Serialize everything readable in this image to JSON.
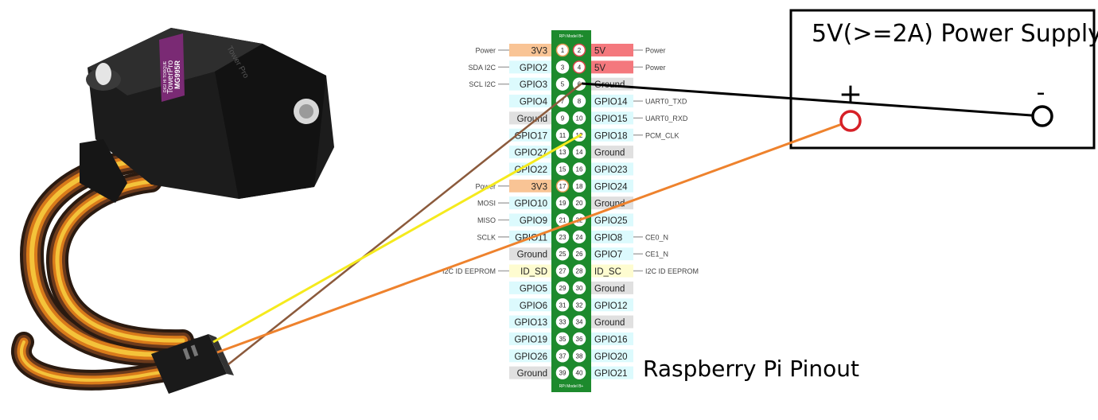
{
  "power_supply": {
    "title": "5V(>=2A) Power Supply",
    "plus": "+",
    "minus": "-"
  },
  "servo": {
    "brand": "TowerPro",
    "model": "MG995R",
    "subtitle": "DIGI HI TORQUE",
    "side_text": "Tower Pro"
  },
  "board": {
    "header": "RPi Model B+",
    "footer": "RPi Model B+",
    "caption": "Raspberry Pi Pinout"
  },
  "pins": [
    {
      "l": "3V3",
      "lc": "orange",
      "r": "5V",
      "rc": "red",
      "la": "Power",
      "ra": "Power"
    },
    {
      "l": "GPIO2",
      "lc": "cyan",
      "r": "5V",
      "rc": "red",
      "la": "SDA I2C",
      "ra": "Power"
    },
    {
      "l": "GPIO3",
      "lc": "cyan",
      "r": "Ground",
      "rc": "gray",
      "la": "SCL I2C",
      "ra": ""
    },
    {
      "l": "GPIO4",
      "lc": "cyan",
      "r": "GPIO14",
      "rc": "cyan",
      "la": "",
      "ra": "UART0_TXD"
    },
    {
      "l": "Ground",
      "lc": "gray",
      "r": "GPIO15",
      "rc": "cyan",
      "la": "",
      "ra": "UART0_RXD"
    },
    {
      "l": "GPIO17",
      "lc": "cyan",
      "r": "GPIO18",
      "rc": "cyan",
      "la": "",
      "ra": "PCM_CLK"
    },
    {
      "l": "GPIO27",
      "lc": "cyan",
      "r": "Ground",
      "rc": "gray",
      "la": "",
      "ra": ""
    },
    {
      "l": "GPIO22",
      "lc": "cyan",
      "r": "GPIO23",
      "rc": "cyan",
      "la": "",
      "ra": ""
    },
    {
      "l": "3V3",
      "lc": "orange",
      "r": "GPIO24",
      "rc": "cyan",
      "la": "Power",
      "ra": ""
    },
    {
      "l": "GPIO10",
      "lc": "cyan",
      "r": "Ground",
      "rc": "gray",
      "la": "MOSI",
      "ra": ""
    },
    {
      "l": "GPIO9",
      "lc": "cyan",
      "r": "GPIO25",
      "rc": "cyan",
      "la": "MISO",
      "ra": ""
    },
    {
      "l": "GPIO11",
      "lc": "cyan",
      "r": "GPIO8",
      "rc": "cyan",
      "la": "SCLK",
      "ra": "CE0_N"
    },
    {
      "l": "Ground",
      "lc": "gray",
      "r": "GPIO7",
      "rc": "cyan",
      "la": "",
      "ra": "CE1_N"
    },
    {
      "l": "ID_SD",
      "lc": "yellow",
      "r": "ID_SC",
      "rc": "yellow",
      "la": "I2C ID EEPROM",
      "ra": "I2C ID EEPROM"
    },
    {
      "l": "GPIO5",
      "lc": "cyan",
      "r": "Ground",
      "rc": "gray",
      "la": "",
      "ra": ""
    },
    {
      "l": "GPIO6",
      "lc": "cyan",
      "r": "GPIO12",
      "rc": "cyan",
      "la": "",
      "ra": ""
    },
    {
      "l": "GPIO13",
      "lc": "cyan",
      "r": "Ground",
      "rc": "gray",
      "la": "",
      "ra": ""
    },
    {
      "l": "GPIO19",
      "lc": "cyan",
      "r": "GPIO16",
      "rc": "cyan",
      "la": "",
      "ra": ""
    },
    {
      "l": "GPIO26",
      "lc": "cyan",
      "r": "GPIO20",
      "rc": "cyan",
      "la": "",
      "ra": ""
    },
    {
      "l": "Ground",
      "lc": "gray",
      "r": "GPIO21",
      "rc": "cyan",
      "la": "",
      "ra": ""
    }
  ],
  "colors": {
    "orange": "#f9c495",
    "red": "#f4787d",
    "cyan": "#dcfafd",
    "gray": "#e0e0e0",
    "yellow": "#fefcd0",
    "board_green": "#1d8a2d",
    "wire_ground": "#8b5a3c",
    "wire_signal": "#f5ea1d",
    "wire_power": "#ee822d",
    "wire_psu_ground": "#000000",
    "psu_plus": "#d62027"
  }
}
